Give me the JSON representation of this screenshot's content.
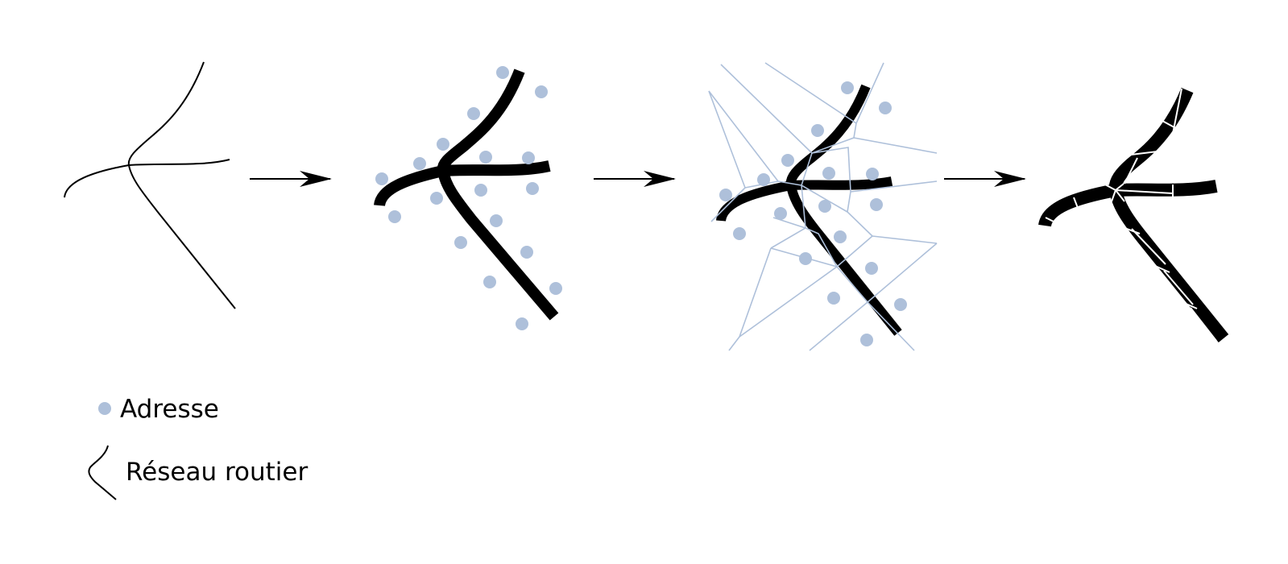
{
  "colors": {
    "address": "#aec0da",
    "road": "#000000",
    "voronoi": "#aec0da",
    "background": "#ffffff"
  },
  "steps": [
    {
      "name": "step-1-road-network"
    },
    {
      "name": "step-2-road-network-with-addresses"
    },
    {
      "name": "step-3-voronoi-partition"
    },
    {
      "name": "step-4-segmented-road-network"
    }
  ],
  "legend": {
    "address_label": "Adresse",
    "road_label": "Réseau routier"
  }
}
